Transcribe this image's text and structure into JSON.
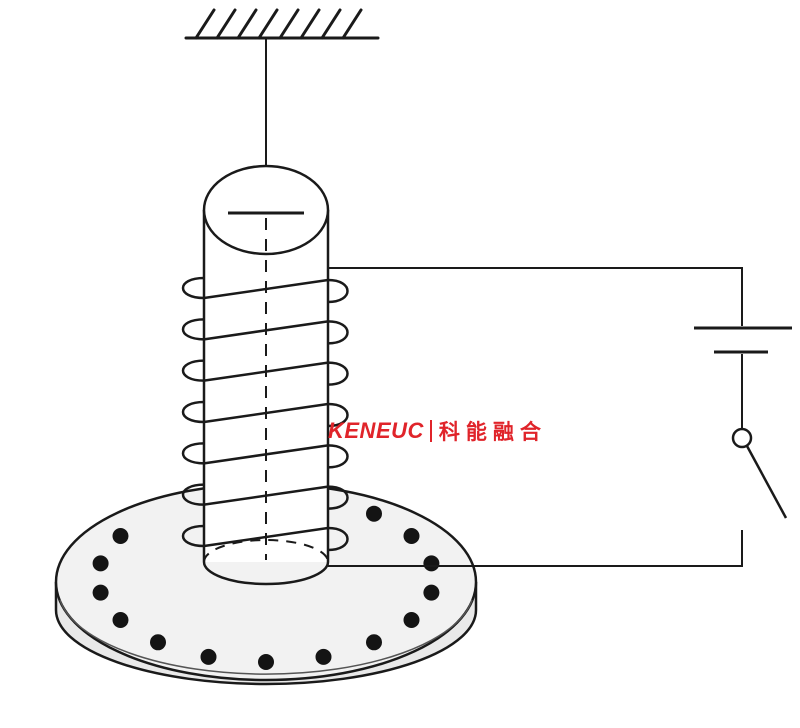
{
  "watermark": {
    "brand_latin": "KENEUC",
    "brand_cjk": "科能融合"
  },
  "colors": {
    "line": "#1a1a1a",
    "dot": "#141414",
    "watermark": "#e0242a",
    "disc_fill": "#f2f2f2",
    "background": "#ffffff"
  },
  "components": {
    "coil_turns": 7,
    "disc_dots": 14
  }
}
